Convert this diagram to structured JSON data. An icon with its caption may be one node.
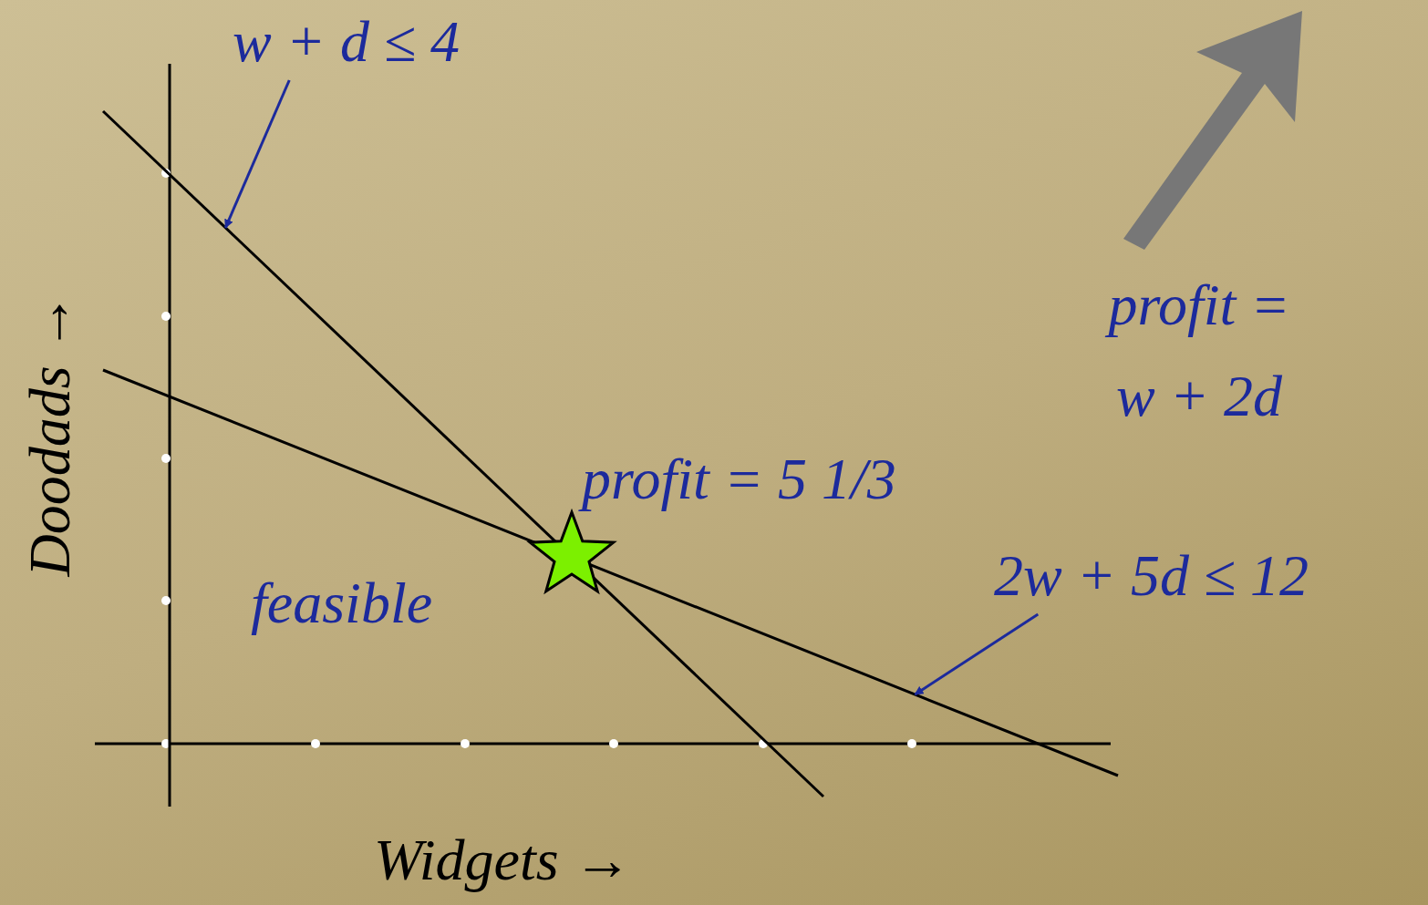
{
  "diagram": {
    "nodes": [
      {
        "text": [
          "w + d ≤ 4"
        ]
      },
      {
        "text": [],
        "shape": "line"
      },
      {
        "text": [
          "2w + 5d ≤ 12"
        ]
      },
      {
        "text": [],
        "shape": "line"
      }
    ],
    "edges": [
      {
        "from": 0,
        "to": 1,
        "arrow": "to"
      },
      {
        "from": 2,
        "to": 3,
        "arrow": "to"
      }
    ],
    "labels": [
      "profit = w + 2d",
      "profit = 5 1/3",
      "feasible",
      "Doodads →",
      "Widgets →"
    ]
  }
}
